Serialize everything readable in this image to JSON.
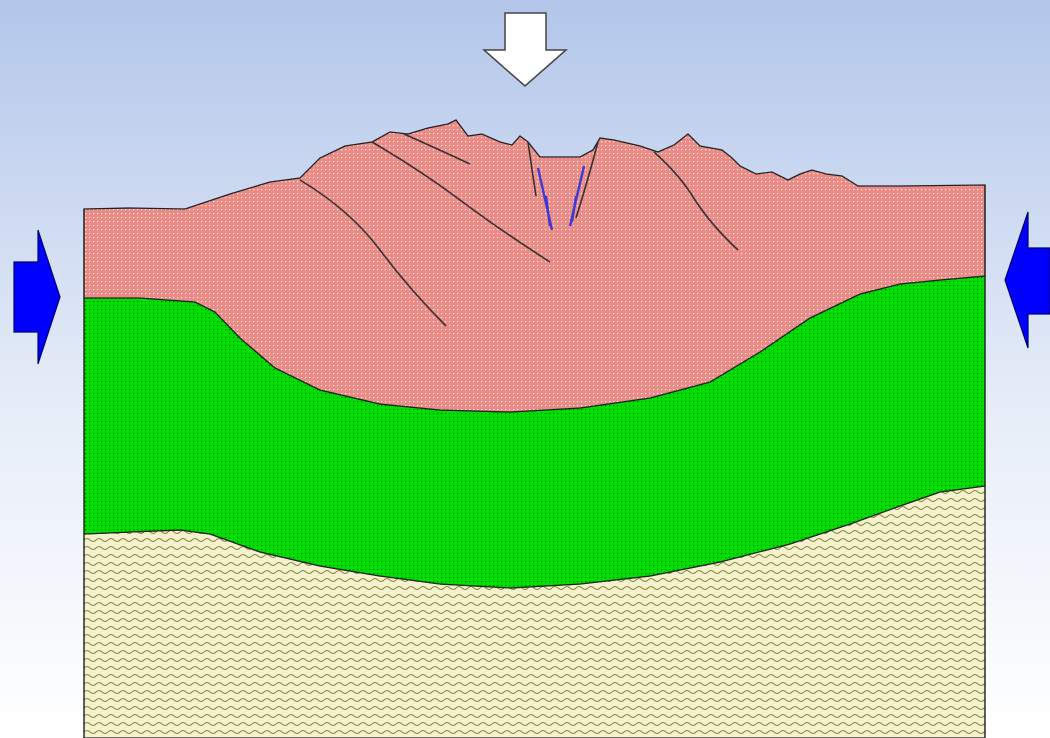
{
  "diagram": {
    "layers": [
      {
        "name": "upper-crust-layer",
        "color": "#f08080",
        "pattern": "dotted"
      },
      {
        "name": "middle-layer",
        "color": "#00e000",
        "pattern": "dotted"
      },
      {
        "name": "lower-layer",
        "color": "#efecc4",
        "pattern": "wavy"
      }
    ],
    "arrows": [
      {
        "name": "compression-arrow-top",
        "direction": "down",
        "color": "#ffffff"
      },
      {
        "name": "compression-arrow-left",
        "direction": "right",
        "color": "#0000ff"
      },
      {
        "name": "compression-arrow-right",
        "direction": "left",
        "color": "#0000ff"
      }
    ],
    "background": {
      "top": "#b3c6ea",
      "bottom": "#ffffff"
    },
    "fault_color": "#333333",
    "dike_color": "#3b3bd6"
  }
}
